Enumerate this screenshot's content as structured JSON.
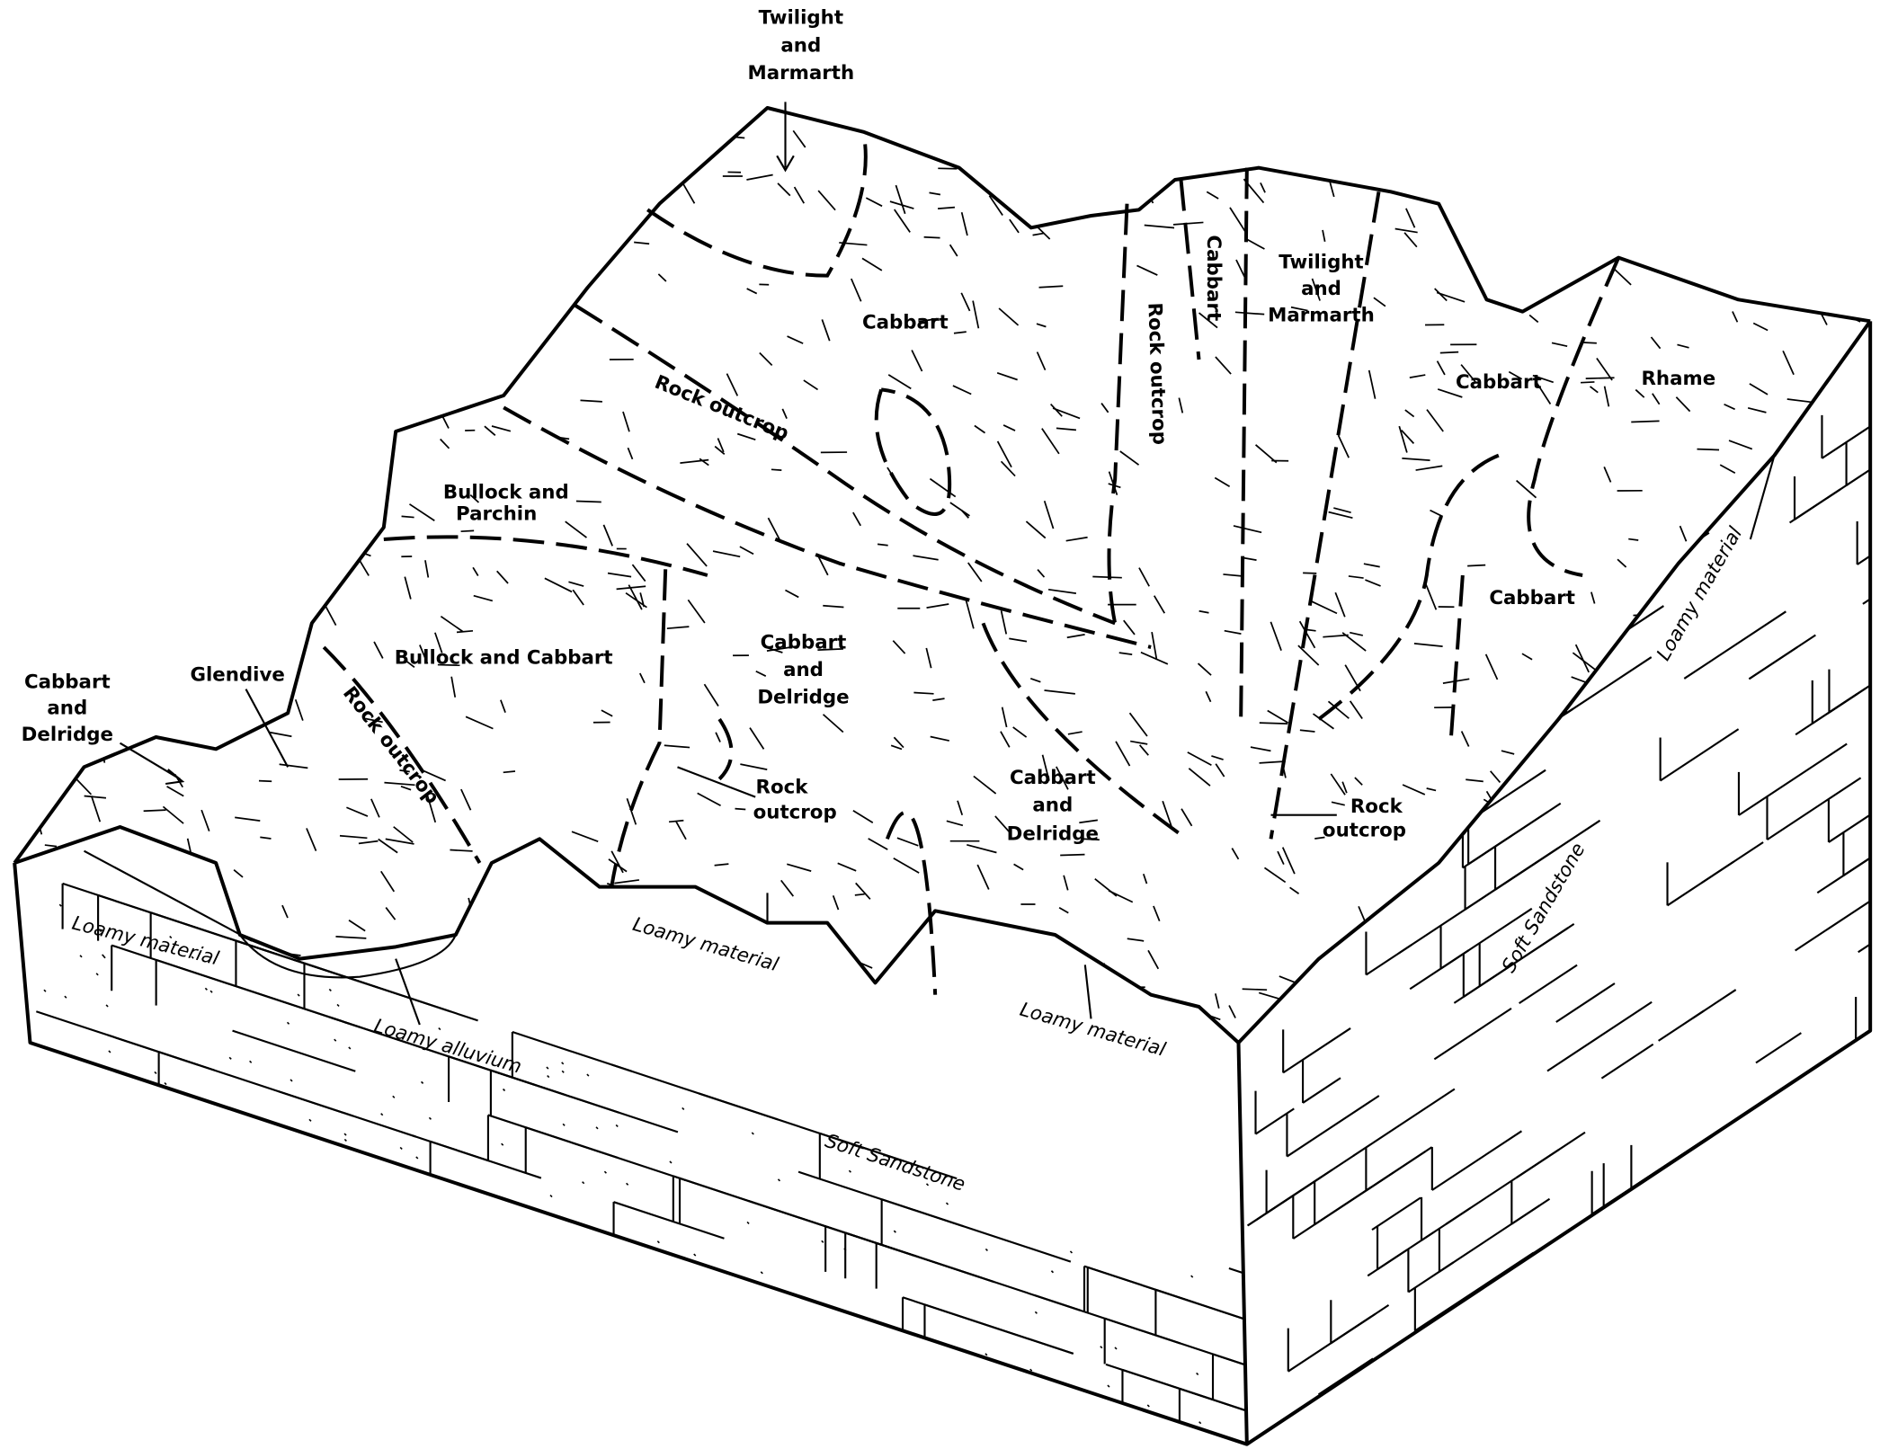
{
  "figure": {
    "type": "soil block diagram",
    "labels": {
      "twilight_top": [
        "Twilight",
        "and",
        "Marmarth"
      ],
      "cabbart_upper": "Cabbart",
      "rock_outcrop_ridge": "Rock outcrop",
      "bullock_parchin": [
        "Bullock and",
        "Parchin"
      ],
      "bullock_cabbart": "Bullock and Cabbart",
      "cabbart_delridge_center": [
        "Cabbart",
        "and",
        "Delridge"
      ],
      "cabbart_delridge_left": [
        "Cabbart",
        "and",
        "Delridge"
      ],
      "glendive": "Glendive",
      "rock_outcrop_left": "Rock outcrop",
      "rock_outcrop_center": [
        "Rock",
        "outcrop"
      ],
      "cabbart_delridge_lower": [
        "Cabbart",
        "and",
        "Delridge"
      ],
      "rock_outcrop_right": [
        "Rock",
        "outcrop"
      ],
      "rock_outcrop_valley": "Rock outcrop",
      "cabbart_vertical": "Cabbart",
      "twilight_right": [
        "Twilight",
        "and",
        "Marmarth"
      ],
      "cabbart_right_upper": "Cabbart",
      "rhame": "Rhame",
      "cabbart_right_lower": "Cabbart",
      "loamy_material_left": "Loamy material",
      "loamy_material_center": "Loamy material",
      "loamy_alluvium": "Loamy alluvium",
      "loamy_material_right": "Loamy material",
      "loamy_material_side": "Loamy material",
      "soft_sandstone_front": "Soft Sandstone",
      "soft_sandstone_side": "Soft Sandstone"
    }
  }
}
